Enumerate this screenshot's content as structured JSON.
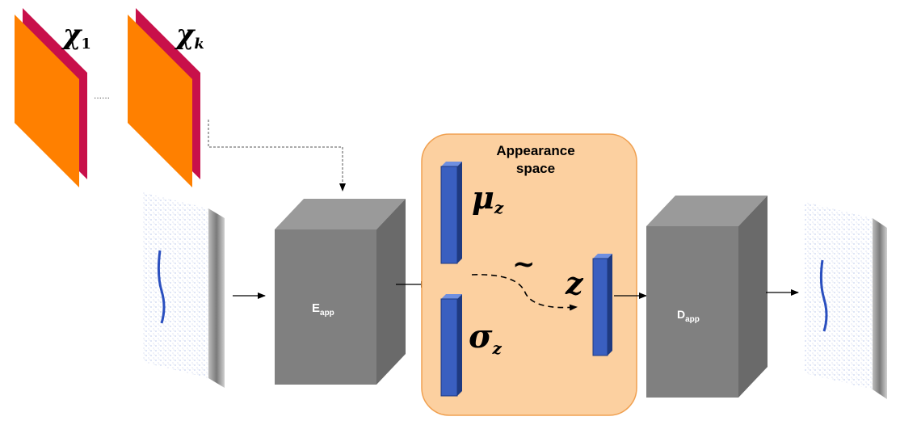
{
  "labels": {
    "chi_1": "χ",
    "chi_1_sub": "1",
    "chi_k": "χ",
    "chi_k_sub": "k",
    "dots": "......",
    "encoder": "E",
    "encoder_sub": "app",
    "decoder": "D",
    "decoder_sub": "app",
    "space_title_line1": "Appearance",
    "space_title_line2": "space",
    "mu": "μ",
    "mu_sub": "z",
    "sigma": "σ",
    "sigma_sub": "z",
    "tilde": "~",
    "z": "z"
  },
  "colors": {
    "page_front": "#ff8000",
    "page_back": "#c8104a",
    "block_front": "#808080",
    "block_top": "#9a9a9a",
    "block_side": "#6a6a6a",
    "space_fill": "#fcd0a0",
    "space_border": "#f0a050",
    "vector_fill": "#3a5fc0",
    "vector_dark": "#1f3a80"
  }
}
